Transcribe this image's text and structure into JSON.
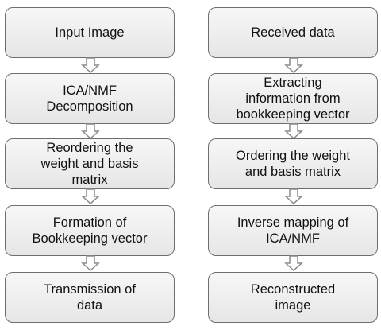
{
  "left_column": {
    "steps": [
      "Input Image",
      "ICA/NMF\nDecomposition",
      "Reordering the\nweight and basis\nmatrix",
      "Formation of\nBookkeeping vector",
      "Transmission of\ndata"
    ]
  },
  "right_column": {
    "steps": [
      "Received data",
      "Extracting\ninformation from\nbookkeeping vector",
      "Ordering the weight\nand basis matrix",
      "Inverse mapping of\nICA/NMF",
      "Reconstructed\nimage"
    ]
  },
  "colors": {
    "box_border": "#6e6e6e",
    "box_fill_top": "#f7f7f7",
    "box_fill_bottom": "#e6e6e6",
    "arrow_fill": "#ffffff",
    "arrow_stroke": "#8a8a8a",
    "text": "#111111"
  }
}
